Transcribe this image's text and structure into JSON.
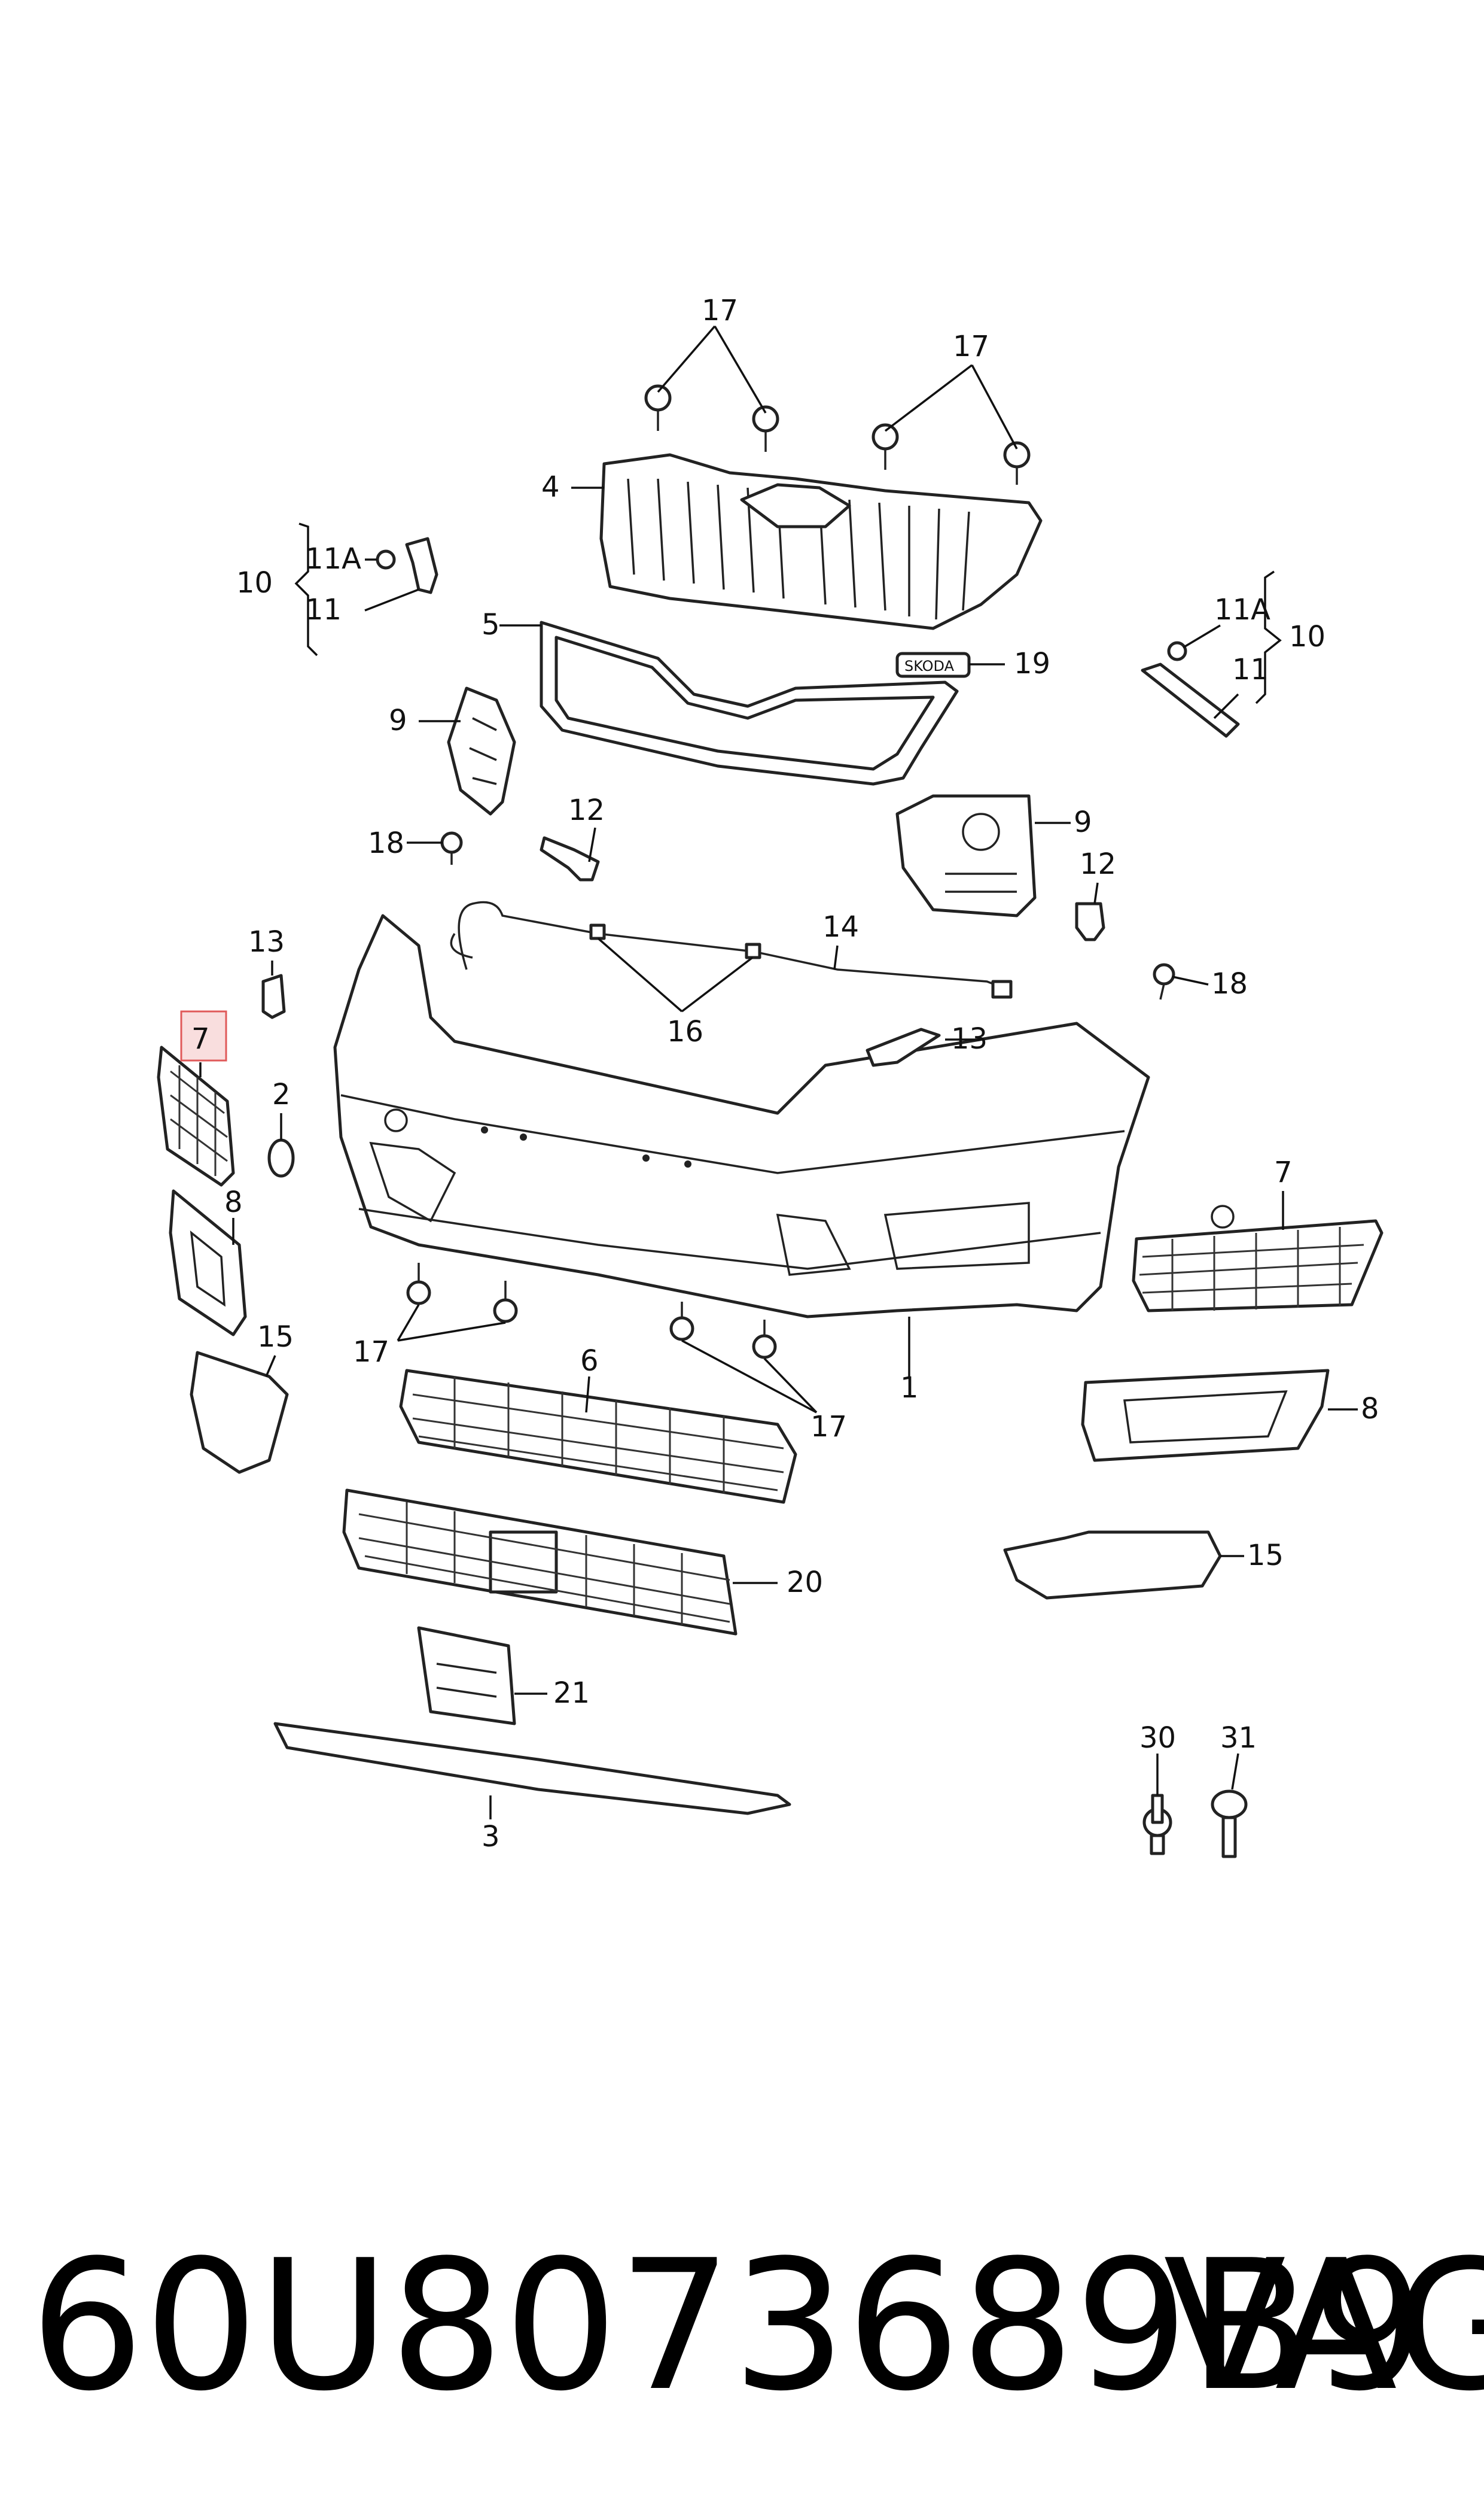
{
  "labels": {
    "l1": "1",
    "l2": "2",
    "l3": "3",
    "l4": "4",
    "l5": "5",
    "l6": "6",
    "l7_hl": "7",
    "l7": "7",
    "l8_left": "8",
    "l8_right": "8",
    "l9_left": "9",
    "l9_right": "9",
    "l10_left": "10",
    "l10_right": "10",
    "l11a_left": "11A",
    "l11a_right": "11A",
    "l11_left": "11",
    "l11_right": "11",
    "l12_left": "12",
    "l12_right": "12",
    "l13_left": "13",
    "l13_right": "13",
    "l14": "14",
    "l15_left": "15",
    "l15_right": "15",
    "l16": "16",
    "l17_top_left": "17",
    "l17_top_right": "17",
    "l17_bot_left": "17",
    "l17_bot_right": "17",
    "l18_left": "18",
    "l18_right": "18",
    "l19": "19",
    "l20": "20",
    "l21": "21",
    "l30": "30",
    "l31": "31"
  },
  "badge_text": "SKODA",
  "footer": {
    "part_number": "60U8073689B9",
    "brand": "VAG"
  },
  "colors": {
    "highlight_fill": "#f9dede",
    "highlight_stroke": "#e05a5a"
  }
}
